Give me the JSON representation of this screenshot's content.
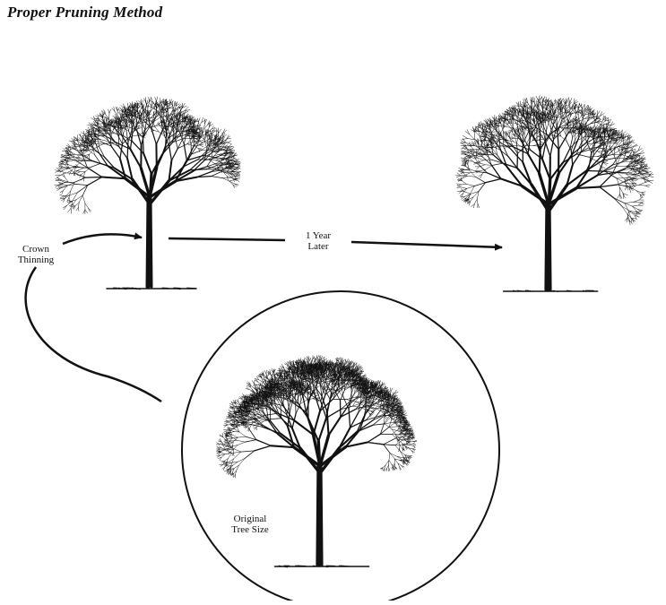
{
  "title": "Proper Pruning Method",
  "labels": {
    "crown_thinning": [
      "Crown",
      "Thinning"
    ],
    "year_later": [
      "1 Year",
      "Later"
    ],
    "original_size": [
      "Original",
      "Tree Size"
    ]
  },
  "colors": {
    "ink": "#111111",
    "background": "#ffffff"
  }
}
